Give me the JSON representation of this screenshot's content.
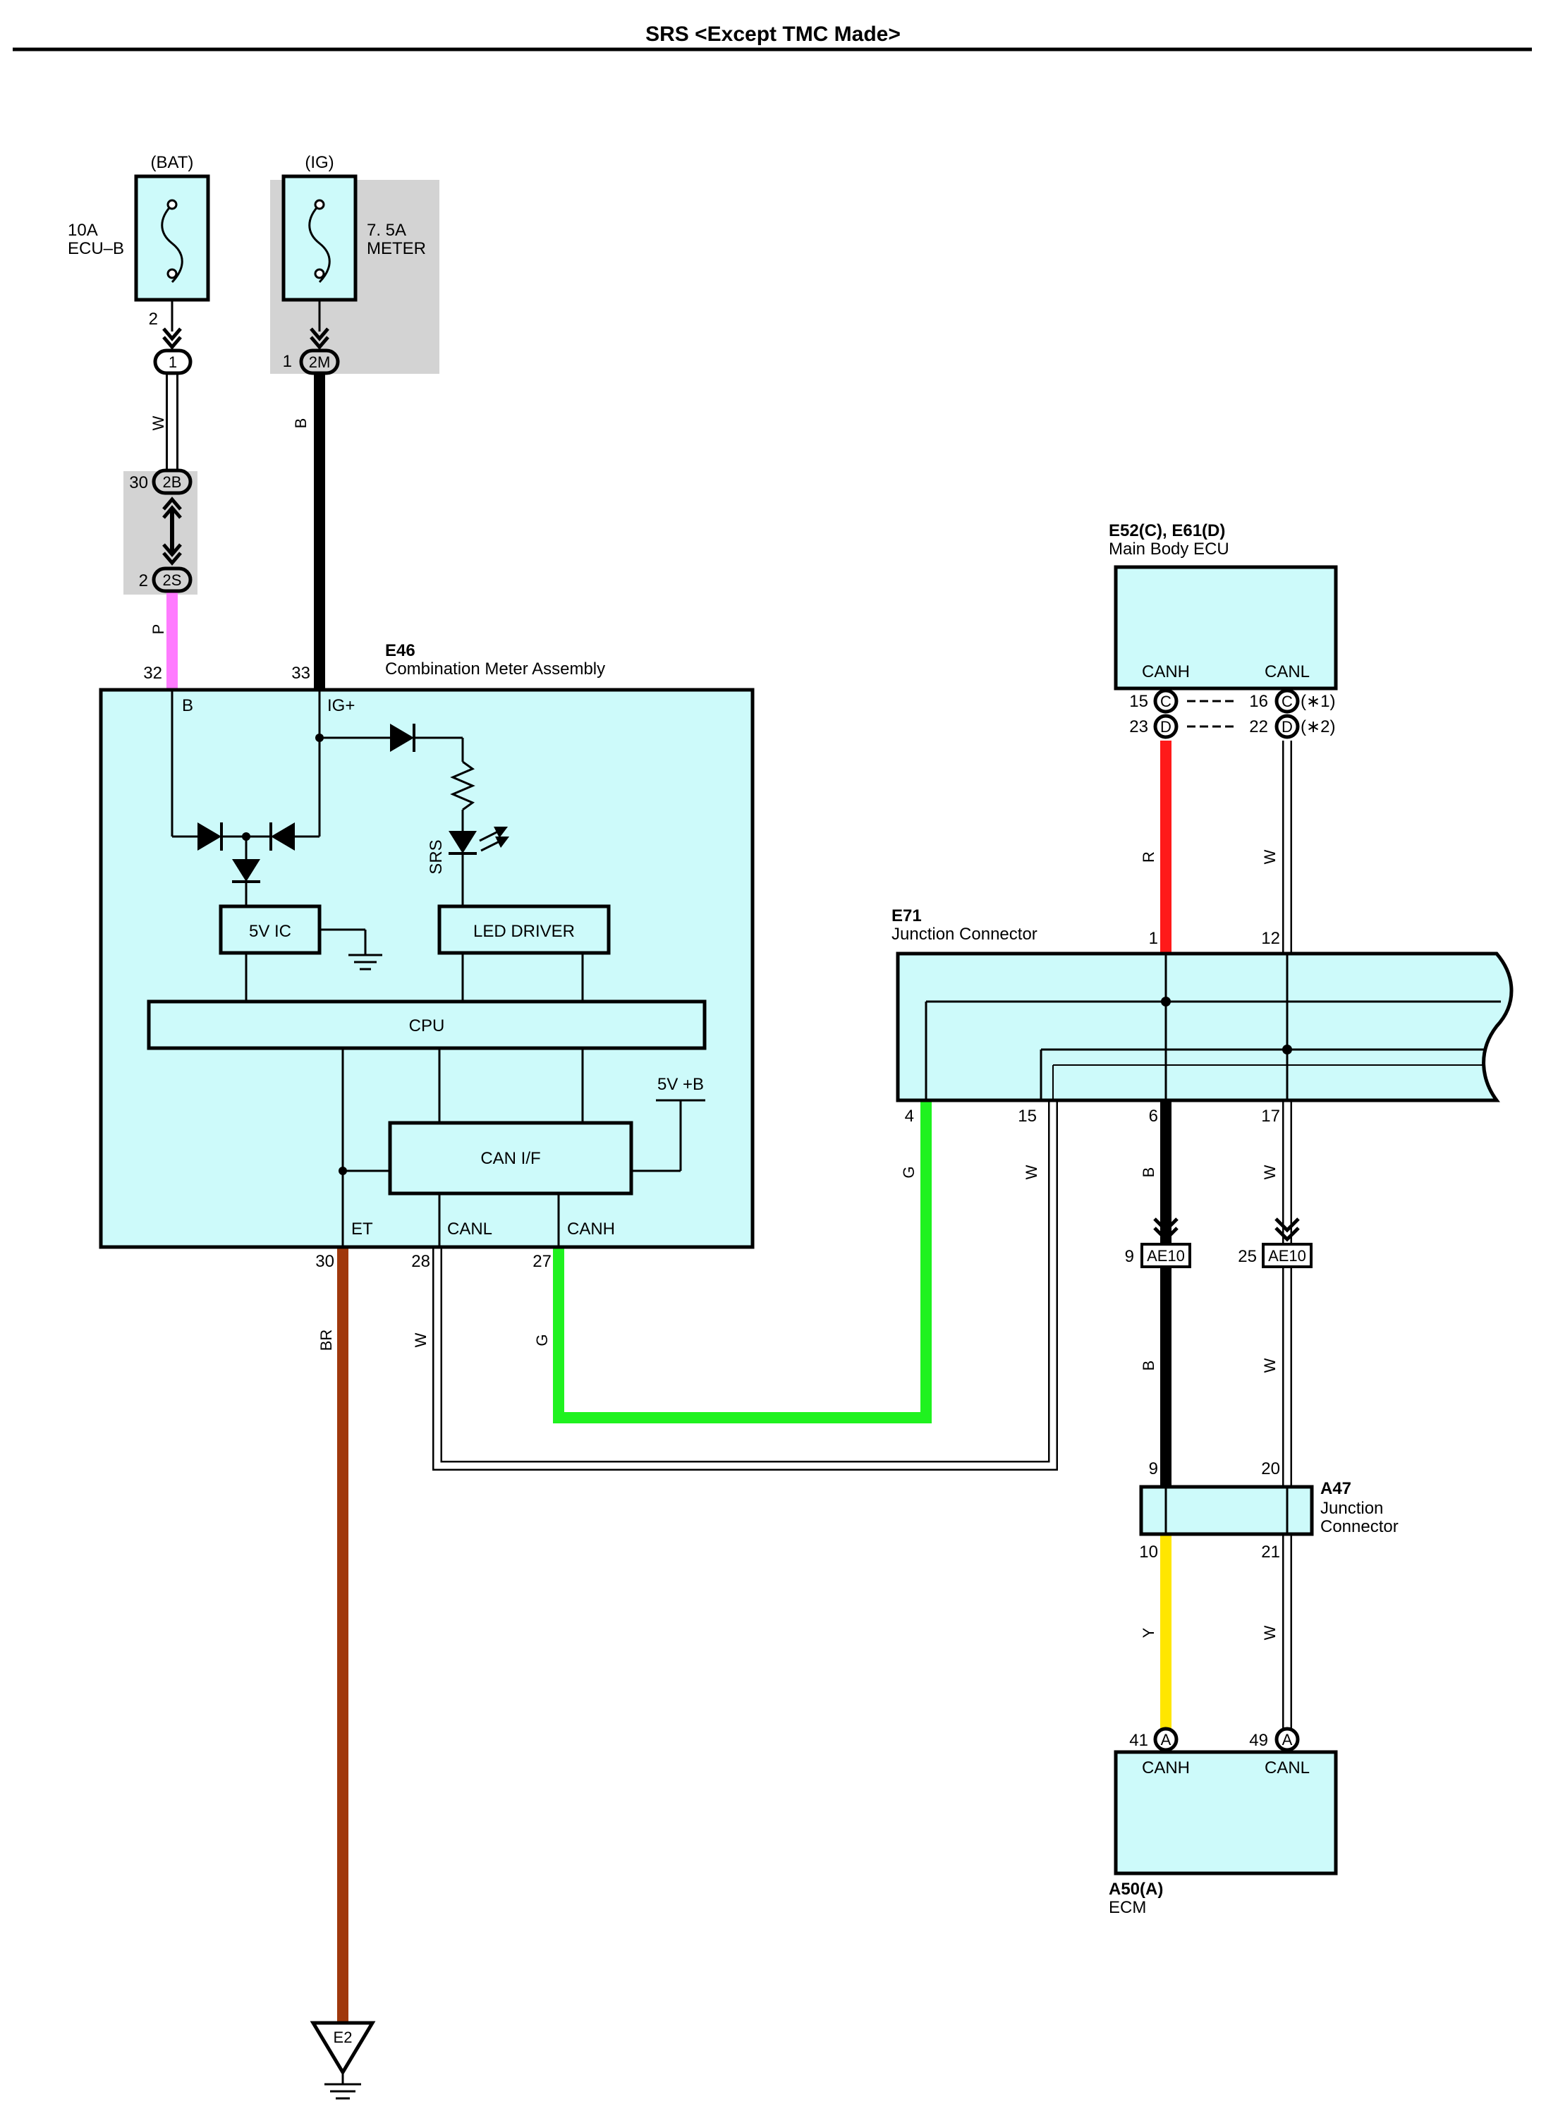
{
  "title": "SRS <Except TMC Made>",
  "power": {
    "bat": {
      "source": "(BAT)",
      "amp": "10A",
      "name": "ECU–B",
      "pin": "2",
      "junction": "1"
    },
    "ig": {
      "source": "(IG)",
      "amp": "7. 5A",
      "name": "METER",
      "pin": "1",
      "junction": "2M"
    }
  },
  "connectors": {
    "c2B": {
      "pin": "30",
      "label": "2B"
    },
    "c2S": {
      "pin": "2",
      "label": "2S"
    }
  },
  "meter": {
    "code": "E46",
    "name": "Combination Meter Assembly",
    "pin_b": "32",
    "pin_ig": "33",
    "term_b": "B",
    "term_ig": "IG+",
    "srs_label": "SRS",
    "ic5v": "5V IC",
    "led_driver": "LED DRIVER",
    "cpu": "CPU",
    "can_if": "CAN I/F",
    "v5b": "5V +B",
    "term_et": "ET",
    "term_canl": "CANL",
    "term_canh": "CANH",
    "pin_et": "30",
    "pin_canl": "28",
    "pin_canh": "27"
  },
  "body_ecu": {
    "code": "E52(C), E61(D)",
    "name": "Main Body ECU",
    "canh": "CANH",
    "canl": "CANL",
    "row1": {
      "pin_h": "15",
      "conn_h": "C",
      "pin_l": "16",
      "conn_l": "C",
      "note": "(∗1)"
    },
    "row2": {
      "pin_h": "23",
      "conn_h": "D",
      "pin_l": "22",
      "conn_l": "D",
      "note": "(∗2)"
    }
  },
  "junction_e71": {
    "code": "E71",
    "name": "Junction Connector",
    "pin_1": "1",
    "pin_12": "12",
    "pin_4": "4",
    "pin_15": "15",
    "pin_6": "6",
    "pin_17": "17"
  },
  "ae10": {
    "label": "AE10",
    "pin_left": "9",
    "pin_right": "25"
  },
  "junction_a47": {
    "code": "A47",
    "name_line1": "Junction",
    "name_line2": "Connector",
    "pin_9": "9",
    "pin_20": "20",
    "pin_10": "10",
    "pin_21": "21"
  },
  "ecm": {
    "code": "A50(A)",
    "name": "ECM",
    "canh": "CANH",
    "canl": "CANL",
    "pin_h": "41",
    "conn_h": "A",
    "pin_l": "49",
    "conn_l": "A"
  },
  "ground": {
    "label": "E2"
  },
  "wire_colors": {
    "w": "W",
    "b": "B",
    "p": "P",
    "br": "BR",
    "g": "G",
    "r": "R",
    "y": "Y"
  },
  "colors": {
    "component_fill": "#cdfafa",
    "shade": "#d3d3d3",
    "wire_black": "#000000",
    "wire_pink": "#ff7bff",
    "wire_brown": "#a0380c",
    "wire_green": "#1ff21f",
    "wire_red": "#ff1a1a",
    "wire_yellow": "#ffe600",
    "wire_white": "#ffffff"
  }
}
